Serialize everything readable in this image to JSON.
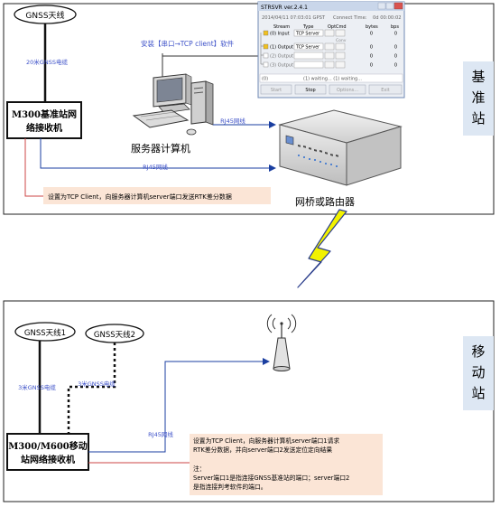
{
  "base_station": {
    "section_label": [
      "基",
      "准",
      "站"
    ],
    "antenna_label": "GNSS天线",
    "cable_label": "20米GNSS电缆",
    "receiver_label": [
      "M300基准站网",
      "络接收机"
    ],
    "install_note": "安装【串口→TCP client】软件",
    "computer_label": "服务器计算机",
    "rj45_top": "RJ45网线",
    "rj45_bottom": "RJ45网线",
    "router_label": "网桥或路由器",
    "config_note": "设置为TCP Client，向服务器计算机server端口发送RTK差分数据"
  },
  "strsvr": {
    "title": "STRSVR ver.2.4.1",
    "timestamp": "2014/04/11 07:03:01 GPST",
    "connect_label": "Connect Time:",
    "connect_value": "0d 00:00:02",
    "headers": [
      "Stream",
      "Type",
      "Opt",
      "Cmd",
      "bytes",
      "bps"
    ],
    "conv_label": "Conv",
    "rows": [
      {
        "name": "(0) Input",
        "type": "TCP Server",
        "bytes": "0",
        "bps": "0"
      },
      {
        "name": "(1) Output",
        "type": "TCP Server",
        "bytes": "0",
        "bps": "0"
      },
      {
        "name": "(2) Output",
        "type": "",
        "bytes": "0",
        "bps": "0"
      },
      {
        "name": "(3) Output",
        "type": "",
        "bytes": "0",
        "bps": "0"
      }
    ],
    "status_left": "(0)",
    "status_text": "(1) waiting... (1) waiting...",
    "buttons": [
      "Start",
      "Stop",
      "Options...",
      "Exit"
    ]
  },
  "rover_station": {
    "section_label": [
      "移",
      "动",
      "站"
    ],
    "antenna1_label": "GNSS天线1",
    "antenna2_label": "GNSS天线2",
    "cable1_label": "3米GNSS电缆",
    "cable2_label": "3米GNSS电缆",
    "receiver_label": [
      "M300/M600移动",
      "站网络接收机"
    ],
    "rj45_label": "RJ45网线",
    "config_note": [
      "设置为TCP Client，向服务器计算机server端口1请求",
      "RTK差分数据，并向server端口2发送定位定向结果",
      "",
      "注：",
      "Server端口1是指连接GNSS基准站的端口；server端口2",
      "是指连接判考软件的端口。"
    ]
  },
  "colors": {
    "label_blue": "#3c50c8",
    "panel_bg": "#dde7f3",
    "note_bg": "#fbe5d6",
    "lightning_fill": "#f2f200",
    "lightning_stroke": "#2b3e8c"
  }
}
